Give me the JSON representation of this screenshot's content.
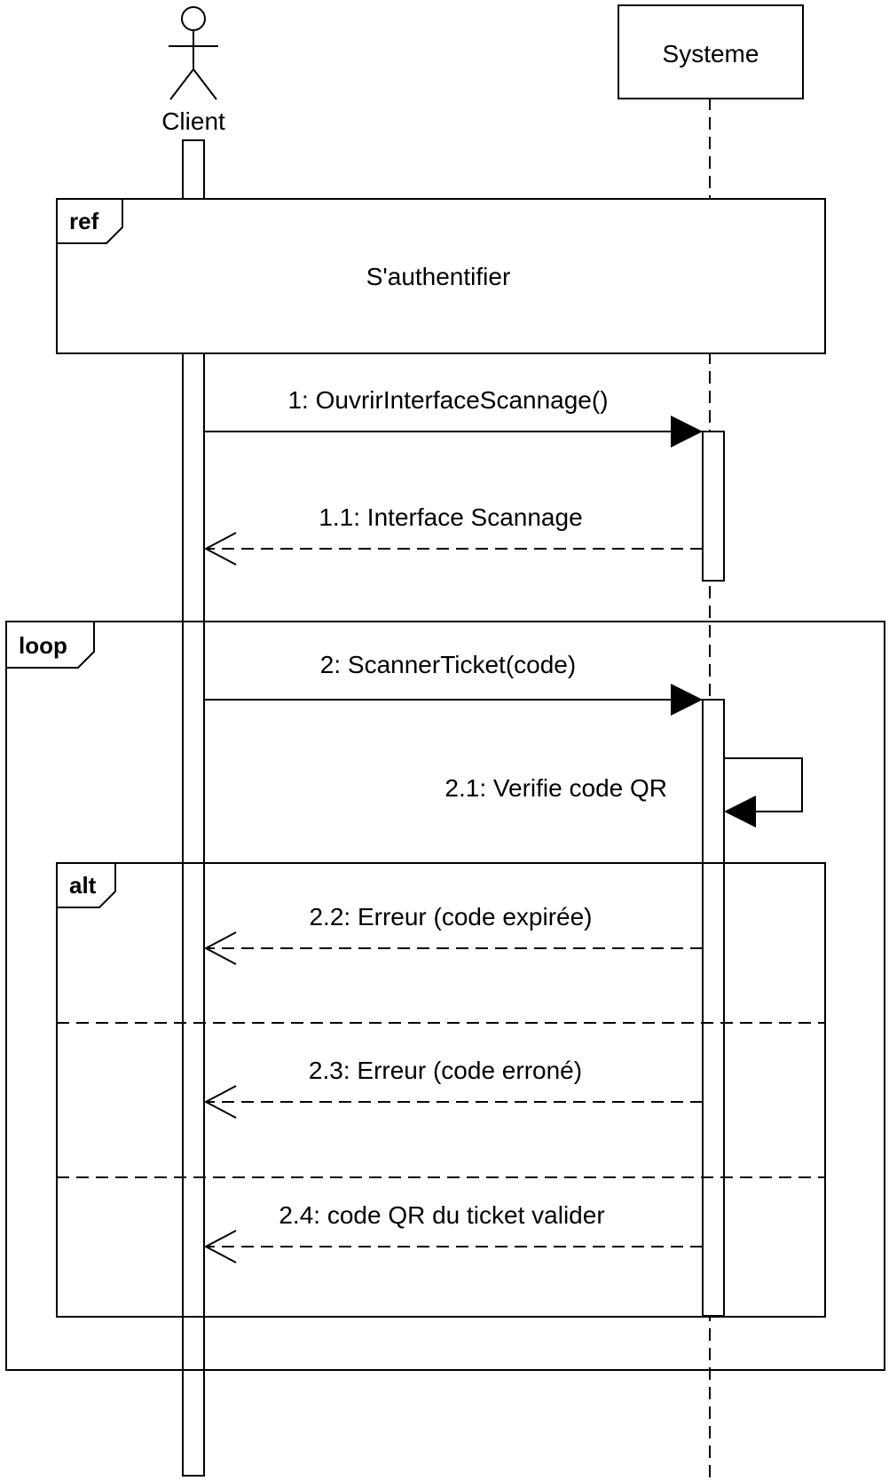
{
  "diagram": {
    "type": "uml-sequence",
    "participants": {
      "client": {
        "label": "Client",
        "kind": "actor"
      },
      "systeme": {
        "label": "Systeme",
        "kind": "object"
      }
    },
    "fragments": {
      "ref": {
        "operator": "ref",
        "text": "S'authentifier"
      },
      "loop": {
        "operator": "loop"
      },
      "alt": {
        "operator": "alt"
      }
    },
    "messages": {
      "m1": {
        "label": "1: OuvrirInterfaceScannage()",
        "from": "Client",
        "to": "Systeme",
        "kind": "synchronous"
      },
      "m1_1": {
        "label": "1.1: Interface Scannage",
        "from": "Systeme",
        "to": "Client",
        "kind": "reply"
      },
      "m2": {
        "label": "2: ScannerTicket(code)",
        "from": "Client",
        "to": "Systeme",
        "kind": "synchronous"
      },
      "m2_1": {
        "label": "2.1: Verifie code QR",
        "from": "Systeme",
        "to": "Systeme",
        "kind": "self"
      },
      "m2_2": {
        "label": "2.2: Erreur (code expirée)",
        "from": "Systeme",
        "to": "Client",
        "kind": "reply"
      },
      "m2_3": {
        "label": "2.3: Erreur (code erroné)",
        "from": "Systeme",
        "to": "Client",
        "kind": "reply"
      },
      "m2_4": {
        "label": "2.4: code QR du ticket valider",
        "from": "Systeme",
        "to": "Client",
        "kind": "reply"
      }
    }
  }
}
